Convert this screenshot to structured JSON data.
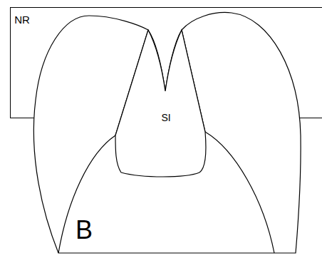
{
  "diagram": {
    "nodes": [
      {
        "text": [
          "NR"
        ]
      },
      {
        "text": [
          "B"
        ]
      },
      {
        "text": [
          "SI"
        ],
        "in": 1
      }
    ]
  }
}
